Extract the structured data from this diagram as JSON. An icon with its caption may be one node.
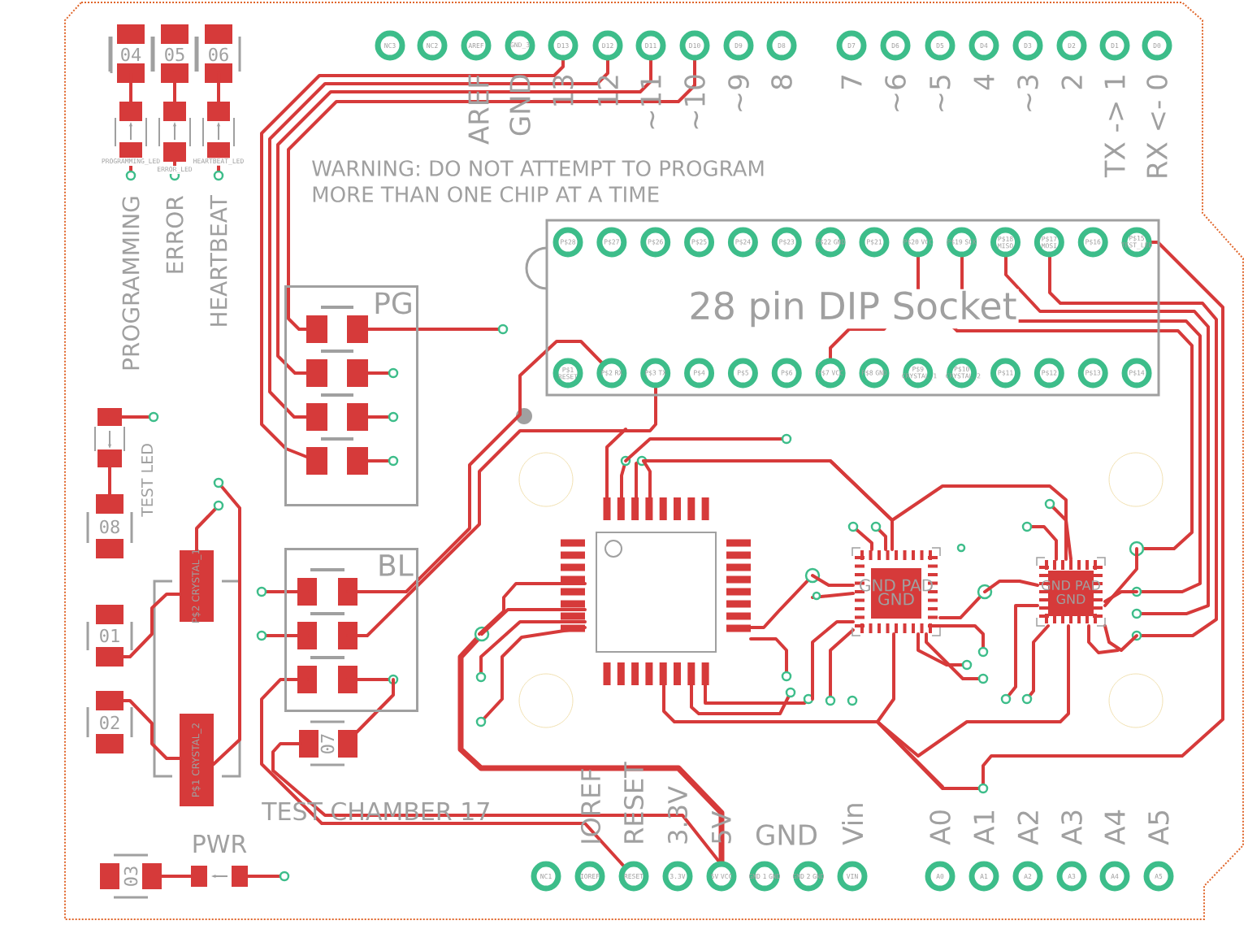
{
  "diagram": {
    "nodes": [
      {
        "text": [
          "28 pin DIP Socket"
        ]
      },
      {
        "text": [
          "PG"
        ]
      },
      {
        "text": [
          "BL"
        ]
      },
      {
        "text": [
          "GND PAD",
          "GND"
        ]
      },
      {
        "text": [
          "GND PAD",
          "GND"
        ]
      }
    ],
    "labels": [
      "04",
      "05",
      "06",
      "PROGRAMMING_LED",
      "ERROR_LED",
      "HEARTBEAT_LED",
      "NC3",
      "NC2",
      "AREF",
      "GND_3",
      "D13",
      "D12",
      "D11",
      "D10",
      "D9",
      "D8",
      "D7",
      "D6",
      "D5",
      "D4",
      "D3",
      "D2",
      "D1",
      "D0",
      "AREF",
      "GND",
      "13",
      "12",
      "~11",
      "~10",
      "~9",
      "8",
      "7",
      "~6",
      "~5",
      "4",
      "~3",
      "2",
      "TX -> 1",
      "RX <- 0",
      "PROGRAMMING",
      "ERROR",
      "HEARTBEAT",
      "WARNING: DO NOT ATTEMPT TO PROGRAM",
      "MORE THAN ONE CHIP AT A TIME",
      "P$28",
      "P$27",
      "P$26",
      "P$25",
      "P$24",
      "P$23",
      "P$22 GND",
      "P$21",
      "P$20 VCC",
      "P$19 SCK",
      "P$18 MISO",
      "P$17 MOSI",
      "P$16",
      "P$15 TEST_LED",
      "P$1 RESET",
      "P$2 RX",
      "P$3 TX",
      "P$4",
      "P$5",
      "P$6",
      "P$7 VCC",
      "P$8 GND",
      "P$9 CRYSTAL_1",
      "P$10 CRYSTAL_2",
      "P$11",
      "P$12",
      "P$13",
      "P$14",
      "TEST LED",
      "08",
      "P$2 CRYSTAL_1",
      "P$1 CRYSTAL_2",
      "01",
      "02",
      "07",
      "TEST CHAMBER 17",
      "PWR",
      "03",
      "IOREF",
      "RESET",
      "3.3V",
      "5V",
      "GND",
      "Vin",
      "A0",
      "A1",
      "A2",
      "A3",
      "A4",
      "A5",
      "NC1",
      "IOREF",
      "RESET",
      "3.3V",
      "5V VCC",
      "GND 1 GND",
      "GND 2 GND",
      "VIN",
      "A0",
      "A1",
      "A2",
      "A3",
      "A4",
      "A5"
    ]
  }
}
